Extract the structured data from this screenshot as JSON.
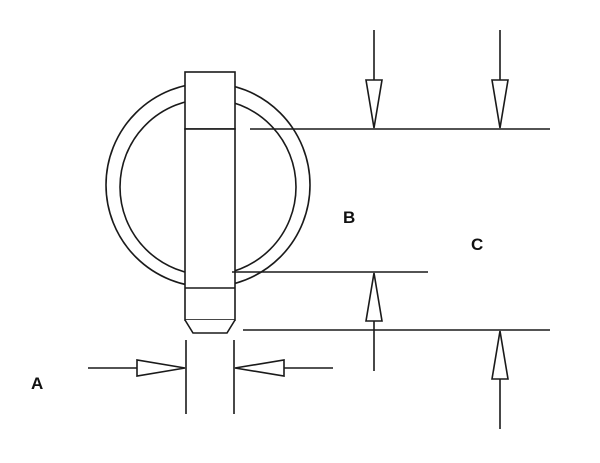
{
  "diagram": {
    "labels": {
      "a": "A",
      "b": "B",
      "c": "C"
    },
    "colors": {
      "stroke": "#1a1a1a",
      "background": "#ffffff"
    }
  }
}
